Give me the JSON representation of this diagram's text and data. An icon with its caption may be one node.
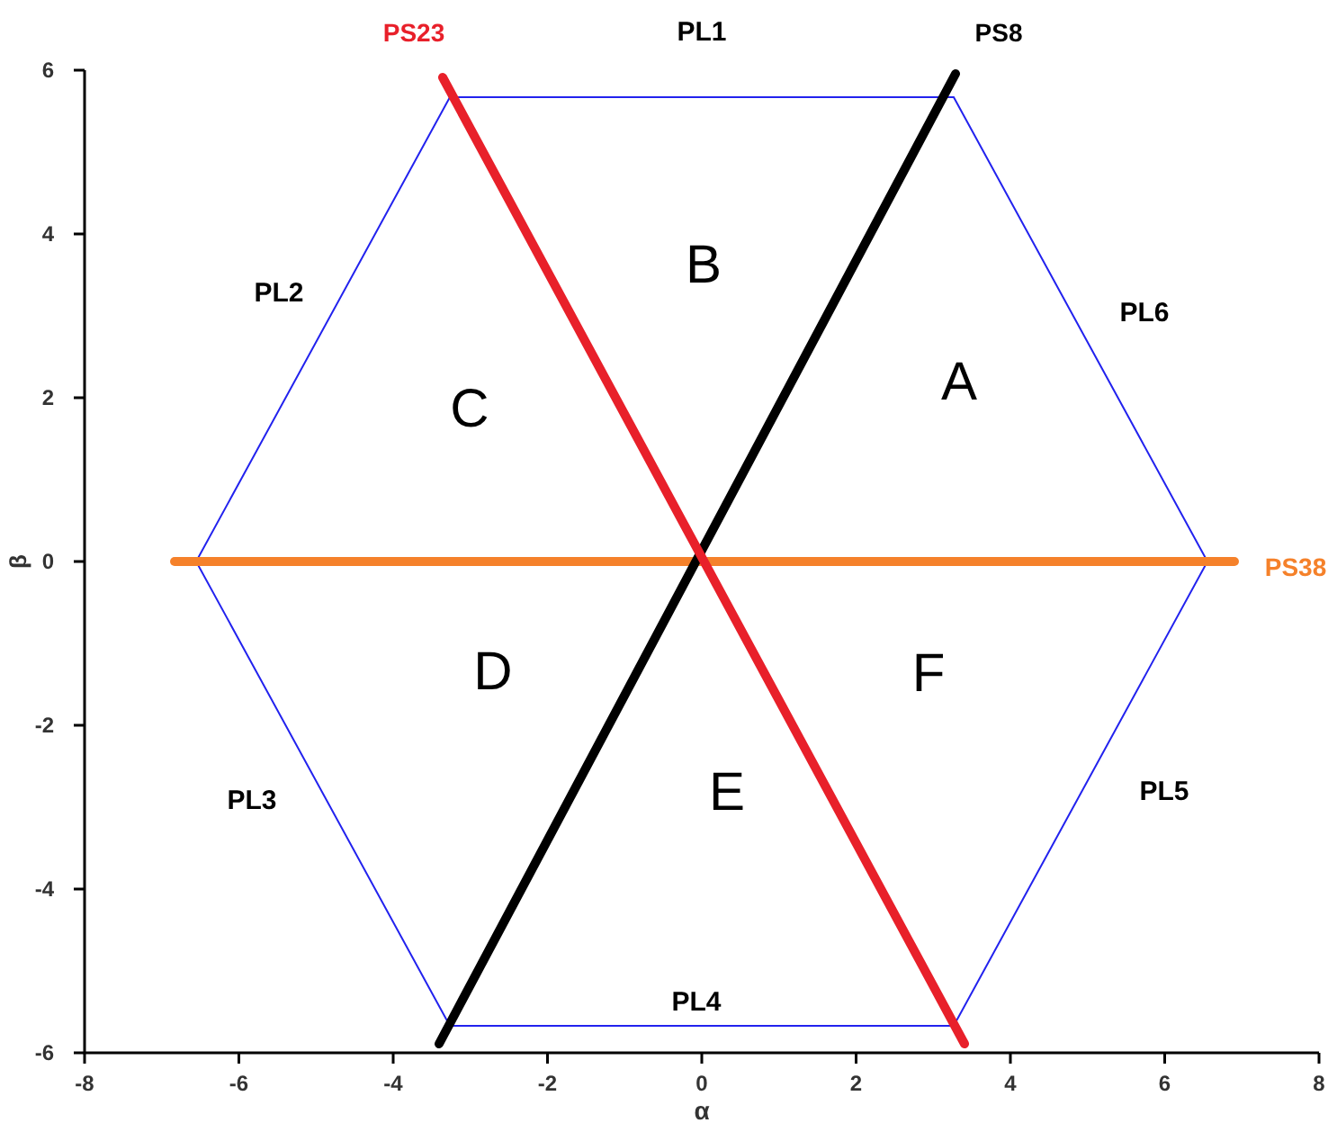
{
  "diagram": {
    "labels": [
      "PS23",
      "PL1",
      "PS8",
      "6",
      "4",
      "PL2",
      "B",
      "PL6",
      "2",
      "C",
      "A",
      "β",
      "0",
      "PS38",
      "D",
      "F",
      "-2",
      "PL3",
      "E",
      "PL5",
      "-4",
      "PL4",
      "-6",
      "-8",
      "-6",
      "-4",
      "-2",
      "0",
      "2",
      "4",
      "6",
      "8",
      "α"
    ]
  }
}
